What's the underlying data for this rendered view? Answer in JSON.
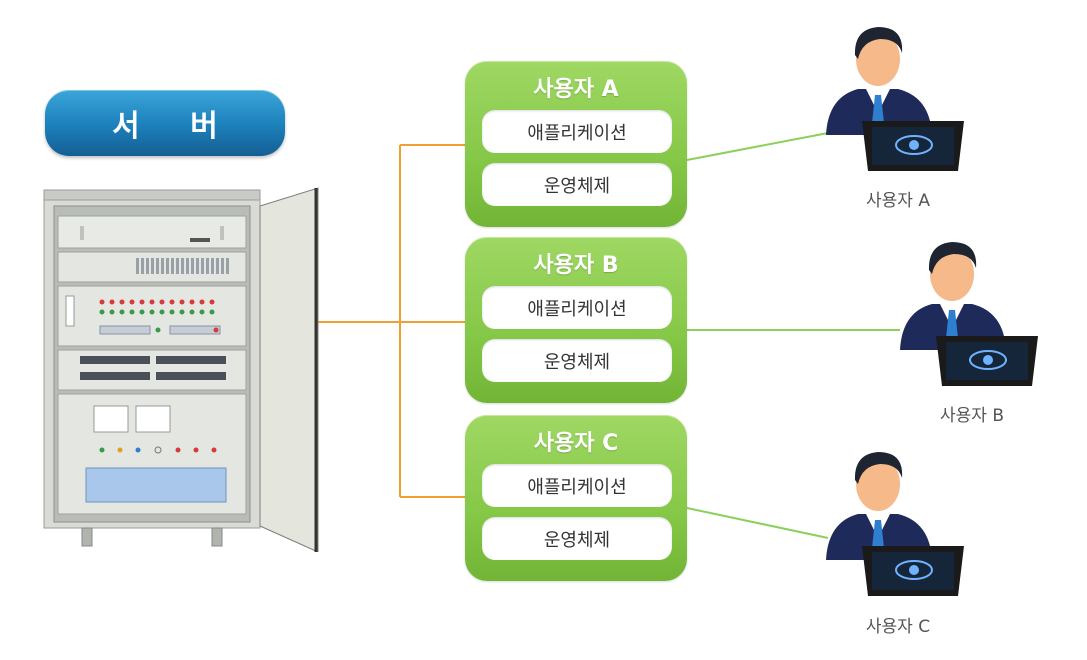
{
  "server": {
    "label": "서 버"
  },
  "groups": [
    {
      "title": "사용자 A",
      "app": "애플리케이션",
      "os": "운영체제"
    },
    {
      "title": "사용자 B",
      "app": "애플리케이션",
      "os": "운영체제"
    },
    {
      "title": "사용자 C",
      "app": "애플리케이션",
      "os": "운영체제"
    }
  ],
  "users": [
    {
      "caption": "사용자 A"
    },
    {
      "caption": "사용자 B"
    },
    {
      "caption": "사용자 C"
    }
  ],
  "colors": {
    "server_label_bg": "#1c7fba",
    "group_bg": "#85c746",
    "tree_line": "#f0a030",
    "user_line": "#8bd05a",
    "suit": "#1e2a5a",
    "tie": "#2f7fd0"
  }
}
